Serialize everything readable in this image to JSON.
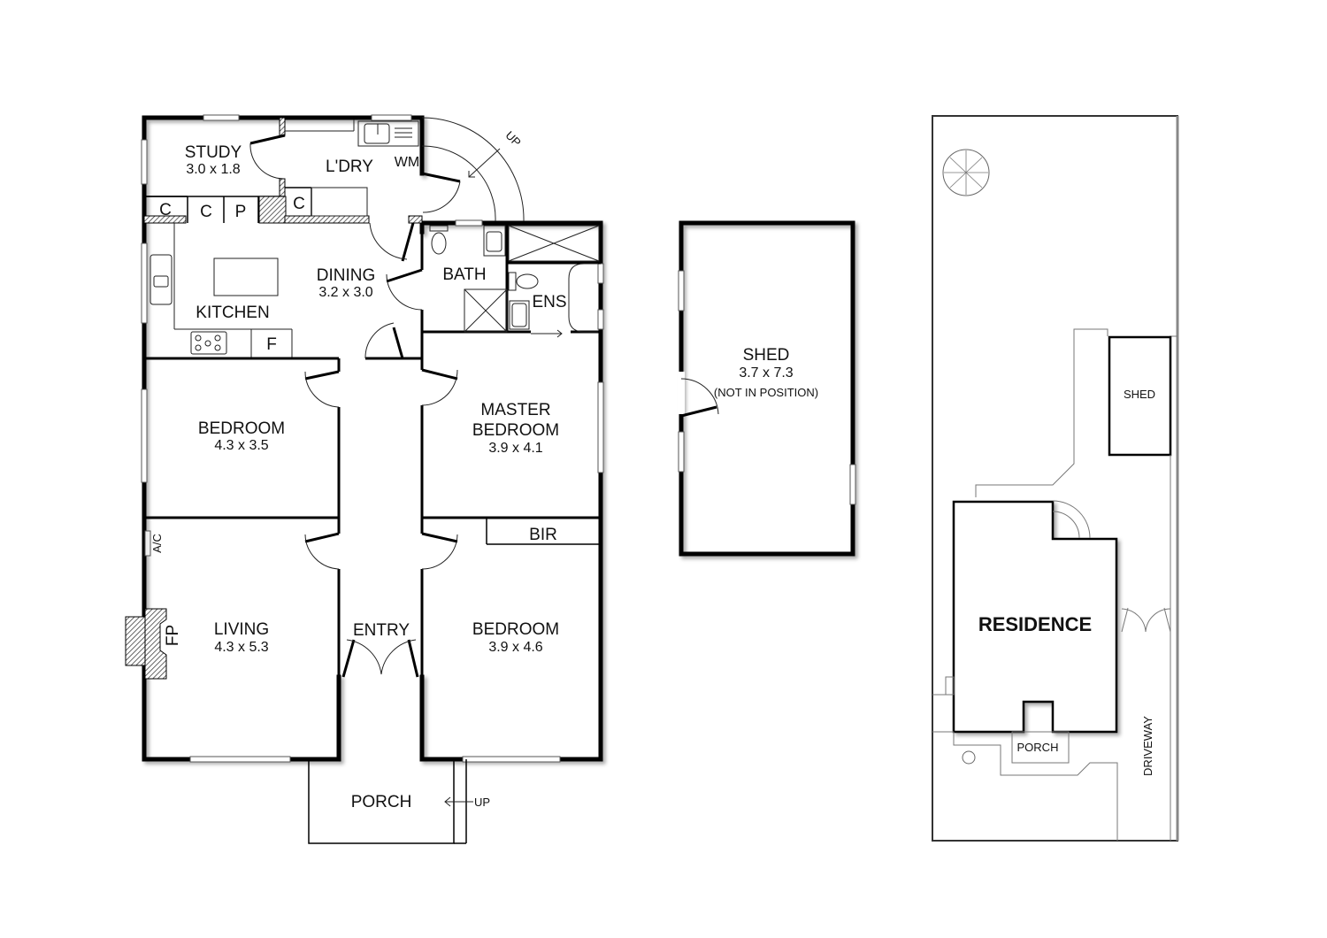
{
  "floorplan": {
    "rooms": {
      "study": {
        "name": "STUDY",
        "dims": "3.0 x 1.8"
      },
      "laundry": {
        "name": "L'DRY"
      },
      "washing_machine": {
        "name": "WM"
      },
      "kitchen": {
        "name": "KITCHEN"
      },
      "fridge": {
        "name": "F"
      },
      "dining": {
        "name": "DINING",
        "dims": "3.2 x 3.0"
      },
      "bath": {
        "name": "BATH"
      },
      "ensuite": {
        "name": "ENS"
      },
      "bedroom_1": {
        "name": "BEDROOM",
        "dims": "4.3 x 3.5"
      },
      "master_bedroom": {
        "name_line1": "MASTER",
        "name_line2": "BEDROOM",
        "dims": "3.9 x 4.1"
      },
      "bir": {
        "name": "BIR"
      },
      "living": {
        "name": "LIVING",
        "dims": "4.3 x 5.3"
      },
      "fireplace": {
        "name": "FP"
      },
      "aircon": {
        "name": "A/C"
      },
      "entry": {
        "name": "ENTRY"
      },
      "bedroom_2": {
        "name": "BEDROOM",
        "dims": "3.9 x 4.6"
      },
      "porch": {
        "name": "PORCH"
      }
    },
    "cupboards": [
      "C",
      "C",
      "P",
      "C"
    ],
    "stairs_labels": {
      "rear_steps": "UP",
      "porch_steps": "UP"
    }
  },
  "shed_plan": {
    "name": "SHED",
    "dims": "3.7 x 7.3",
    "note": "(NOT IN POSITION)"
  },
  "site_plan": {
    "shed": "SHED",
    "residence": "RESIDENCE",
    "porch": "PORCH",
    "driveway": "DRIVEWAY"
  }
}
